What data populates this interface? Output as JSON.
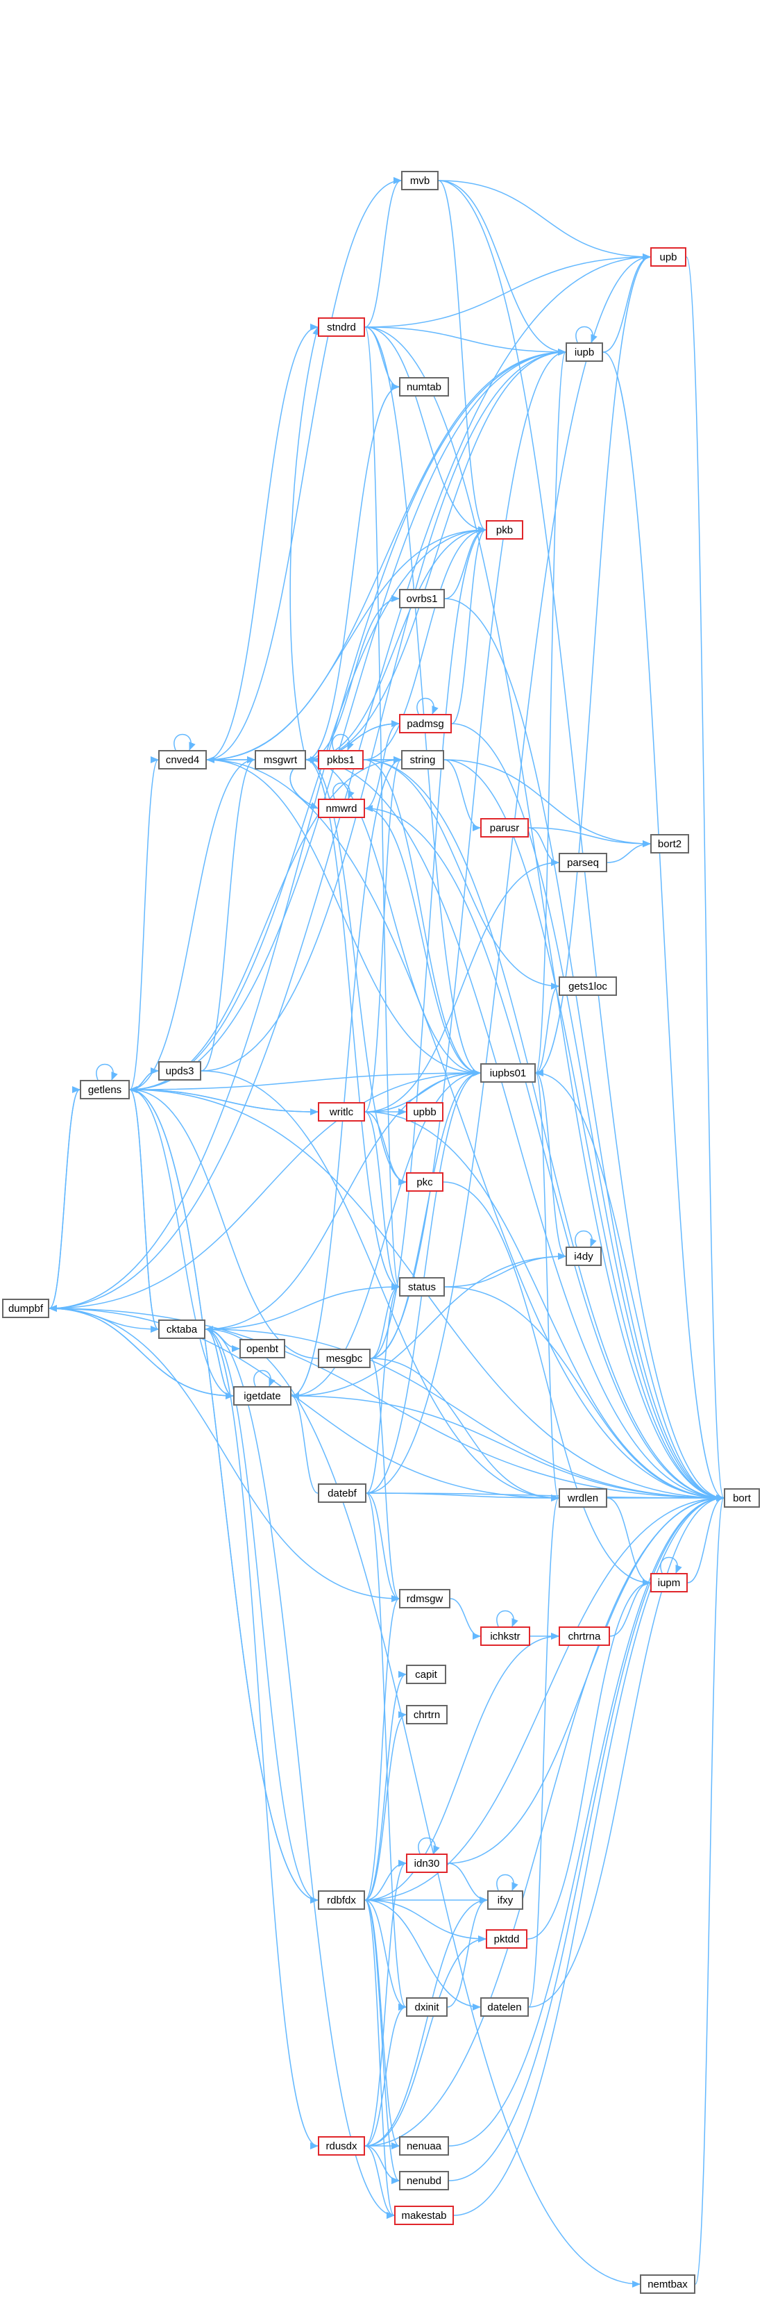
{
  "graph": {
    "root": "dumpbf",
    "colors": {
      "edge": "#63b8ff",
      "node_border": "#666666",
      "truncated_border": "#e0262b",
      "root_fill": "#9a9a9a"
    },
    "nodes": [
      {
        "id": "dumpbf",
        "label": "dumpbf",
        "style": "root"
      },
      {
        "id": "getlens",
        "label": "getlens",
        "style": "normal"
      },
      {
        "id": "cnved4",
        "label": "cnved4",
        "style": "normal"
      },
      {
        "id": "msgwrt",
        "label": "msgwrt",
        "style": "normal"
      },
      {
        "id": "upds3",
        "label": "upds3",
        "style": "normal"
      },
      {
        "id": "cktaba",
        "label": "cktaba",
        "style": "normal"
      },
      {
        "id": "openbt",
        "label": "openbt",
        "style": "normal"
      },
      {
        "id": "igetdate",
        "label": "igetdate",
        "style": "normal"
      },
      {
        "id": "mesgbc",
        "label": "mesgbc",
        "style": "normal"
      },
      {
        "id": "datebf",
        "label": "datebf",
        "style": "normal"
      },
      {
        "id": "rdbfdx",
        "label": "rdbfdx",
        "style": "normal"
      },
      {
        "id": "rdusdx",
        "label": "rdusdx",
        "style": "red"
      },
      {
        "id": "stndrd",
        "label": "stndrd",
        "style": "red"
      },
      {
        "id": "mvb",
        "label": "mvb",
        "style": "normal"
      },
      {
        "id": "numtab",
        "label": "numtab",
        "style": "normal"
      },
      {
        "id": "ovrbs1",
        "label": "ovrbs1",
        "style": "normal"
      },
      {
        "id": "padmsg",
        "label": "padmsg",
        "style": "red"
      },
      {
        "id": "pkbs1",
        "label": "pkbs1",
        "style": "red"
      },
      {
        "id": "nmwrd",
        "label": "nmwrd",
        "style": "red"
      },
      {
        "id": "string",
        "label": "string",
        "style": "normal"
      },
      {
        "id": "pkb",
        "label": "pkb",
        "style": "red"
      },
      {
        "id": "writlc",
        "label": "writlc",
        "style": "red"
      },
      {
        "id": "upbb",
        "label": "upbb",
        "style": "red"
      },
      {
        "id": "pkc",
        "label": "pkc",
        "style": "red"
      },
      {
        "id": "status",
        "label": "status",
        "style": "normal"
      },
      {
        "id": "rdmsgw",
        "label": "rdmsgw",
        "style": "normal"
      },
      {
        "id": "capit",
        "label": "capit",
        "style": "normal"
      },
      {
        "id": "chrtrn",
        "label": "chrtrn",
        "style": "normal"
      },
      {
        "id": "idn30",
        "label": "idn30",
        "style": "red"
      },
      {
        "id": "ifxy",
        "label": "ifxy",
        "style": "normal"
      },
      {
        "id": "pktdd",
        "label": "pktdd",
        "style": "red"
      },
      {
        "id": "dxinit",
        "label": "dxinit",
        "style": "normal"
      },
      {
        "id": "datelen",
        "label": "datelen",
        "style": "normal"
      },
      {
        "id": "nenuaa",
        "label": "nenuaa",
        "style": "normal"
      },
      {
        "id": "nenubd",
        "label": "nenubd",
        "style": "normal"
      },
      {
        "id": "makestab",
        "label": "makestab",
        "style": "red"
      },
      {
        "id": "nemtbax",
        "label": "nemtbax",
        "style": "normal"
      },
      {
        "id": "ichkstr",
        "label": "ichkstr",
        "style": "red"
      },
      {
        "id": "chrtrna",
        "label": "chrtrna",
        "style": "red"
      },
      {
        "id": "parusr",
        "label": "parusr",
        "style": "red"
      },
      {
        "id": "parseq",
        "label": "parseq",
        "style": "normal"
      },
      {
        "id": "gets1loc",
        "label": "gets1loc",
        "style": "normal"
      },
      {
        "id": "iupbs01",
        "label": "iupbs01",
        "style": "normal"
      },
      {
        "id": "i4dy",
        "label": "i4dy",
        "style": "normal"
      },
      {
        "id": "wrdlen",
        "label": "wrdlen",
        "style": "normal"
      },
      {
        "id": "upb",
        "label": "upb",
        "style": "red"
      },
      {
        "id": "iupb",
        "label": "iupb",
        "style": "normal"
      },
      {
        "id": "bort2",
        "label": "bort2",
        "style": "normal"
      },
      {
        "id": "iupm",
        "label": "iupm",
        "style": "red"
      },
      {
        "id": "bort",
        "label": "bort",
        "style": "normal"
      }
    ],
    "edges": [
      [
        "dumpbf",
        "getlens"
      ],
      [
        "dumpbf",
        "cktaba"
      ],
      [
        "dumpbf",
        "igetdate"
      ],
      [
        "dumpbf",
        "iupbs01"
      ],
      [
        "dumpbf",
        "rdmsgw"
      ],
      [
        "dumpbf",
        "wrdlen"
      ],
      [
        "dumpbf",
        "iupb"
      ],
      [
        "dumpbf",
        "bort"
      ],
      [
        "dumpbf",
        "upb"
      ],
      [
        "getlens",
        "getlens"
      ],
      [
        "getlens",
        "cnved4"
      ],
      [
        "getlens",
        "msgwrt"
      ],
      [
        "getlens",
        "upds3"
      ],
      [
        "getlens",
        "iupbs01"
      ],
      [
        "getlens",
        "writlc"
      ],
      [
        "getlens",
        "dumpbf"
      ],
      [
        "getlens",
        "cktaba"
      ],
      [
        "getlens",
        "pkb"
      ],
      [
        "getlens",
        "string"
      ],
      [
        "getlens",
        "iupb"
      ],
      [
        "getlens",
        "bort"
      ],
      [
        "getlens",
        "rdbfdx"
      ],
      [
        "cnved4",
        "cnved4"
      ],
      [
        "cnved4",
        "msgwrt"
      ],
      [
        "cnved4",
        "stndrd"
      ],
      [
        "cnved4",
        "mvb"
      ],
      [
        "cnved4",
        "iupb"
      ],
      [
        "cnved4",
        "bort"
      ],
      [
        "cnved4",
        "pkb"
      ],
      [
        "cnved4",
        "iupbs01"
      ],
      [
        "msgwrt",
        "cnved4"
      ],
      [
        "msgwrt",
        "padmsg"
      ],
      [
        "msgwrt",
        "pkbs1"
      ],
      [
        "msgwrt",
        "nmwrd"
      ],
      [
        "msgwrt",
        "string"
      ],
      [
        "msgwrt",
        "stndrd"
      ],
      [
        "msgwrt",
        "pkb"
      ],
      [
        "msgwrt",
        "status"
      ],
      [
        "msgwrt",
        "iupb"
      ],
      [
        "msgwrt",
        "iupbs01"
      ],
      [
        "msgwrt",
        "pkc"
      ],
      [
        "msgwrt",
        "bort"
      ],
      [
        "msgwrt",
        "numtab"
      ],
      [
        "msgwrt",
        "ovrbs1"
      ],
      [
        "upds3",
        "getlens"
      ],
      [
        "upds3",
        "msgwrt"
      ],
      [
        "upds3",
        "wrdlen"
      ],
      [
        "upds3",
        "iupb"
      ],
      [
        "cktaba",
        "openbt"
      ],
      [
        "cktaba",
        "igetdate"
      ],
      [
        "cktaba",
        "getlens"
      ],
      [
        "cktaba",
        "status"
      ],
      [
        "cktaba",
        "rdbfdx"
      ],
      [
        "cktaba",
        "rdusdx"
      ],
      [
        "cktaba",
        "iupbs01"
      ],
      [
        "cktaba",
        "nemtbax"
      ],
      [
        "cktaba",
        "makestab"
      ],
      [
        "cktaba",
        "bort"
      ],
      [
        "igetdate",
        "igetdate"
      ],
      [
        "igetdate",
        "cktaba"
      ],
      [
        "igetdate",
        "getlens"
      ],
      [
        "igetdate",
        "iupbs01"
      ],
      [
        "igetdate",
        "dumpbf"
      ],
      [
        "igetdate",
        "string"
      ],
      [
        "igetdate",
        "i4dy"
      ],
      [
        "igetdate",
        "bort"
      ],
      [
        "mesgbc",
        "getlens"
      ],
      [
        "mesgbc",
        "status"
      ],
      [
        "mesgbc",
        "rdmsgw"
      ],
      [
        "mesgbc",
        "iupbs01"
      ],
      [
        "mesgbc",
        "pkb"
      ],
      [
        "mesgbc",
        "wrdlen"
      ],
      [
        "mesgbc",
        "iupb"
      ],
      [
        "datebf",
        "igetdate"
      ],
      [
        "datebf",
        "status"
      ],
      [
        "datebf",
        "rdmsgw"
      ],
      [
        "datebf",
        "wrdlen"
      ],
      [
        "datebf",
        "iupbs01"
      ],
      [
        "datebf",
        "upb"
      ],
      [
        "datebf",
        "dxinit"
      ],
      [
        "datebf",
        "bort"
      ],
      [
        "rdbfdx",
        "rdmsgw"
      ],
      [
        "rdbfdx",
        "capit"
      ],
      [
        "rdbfdx",
        "chrtrn"
      ],
      [
        "rdbfdx",
        "idn30"
      ],
      [
        "rdbfdx",
        "ifxy"
      ],
      [
        "rdbfdx",
        "pktdd"
      ],
      [
        "rdbfdx",
        "dxinit"
      ],
      [
        "rdbfdx",
        "nenuaa"
      ],
      [
        "rdbfdx",
        "nenubd"
      ],
      [
        "rdbfdx",
        "makestab"
      ],
      [
        "rdbfdx",
        "chrtrna"
      ],
      [
        "rdbfdx",
        "bort"
      ],
      [
        "rdbfdx",
        "getlens"
      ],
      [
        "rdbfdx",
        "datelen"
      ],
      [
        "rdusdx",
        "idn30"
      ],
      [
        "rdusdx",
        "ifxy"
      ],
      [
        "rdusdx",
        "dxinit"
      ],
      [
        "rdusdx",
        "nenuaa"
      ],
      [
        "rdusdx",
        "nenubd"
      ],
      [
        "rdusdx",
        "makestab"
      ],
      [
        "rdusdx",
        "bort"
      ],
      [
        "rdusdx",
        "pktdd"
      ],
      [
        "stndrd",
        "mvb"
      ],
      [
        "stndrd",
        "iupb"
      ],
      [
        "stndrd",
        "upb"
      ],
      [
        "stndrd",
        "numtab"
      ],
      [
        "stndrd",
        "pkb"
      ],
      [
        "stndrd",
        "iupbs01"
      ],
      [
        "stndrd",
        "status"
      ],
      [
        "stndrd",
        "bort"
      ],
      [
        "mvb",
        "upb"
      ],
      [
        "mvb",
        "iupb"
      ],
      [
        "mvb",
        "pkb"
      ],
      [
        "mvb",
        "bort"
      ],
      [
        "ovrbs1",
        "pkb"
      ],
      [
        "ovrbs1",
        "bort"
      ],
      [
        "padmsg",
        "padmsg"
      ],
      [
        "padmsg",
        "msgwrt"
      ],
      [
        "padmsg",
        "pkb"
      ],
      [
        "padmsg",
        "nmwrd"
      ],
      [
        "padmsg",
        "bort"
      ],
      [
        "pkbs1",
        "pkbs1"
      ],
      [
        "pkbs1",
        "msgwrt"
      ],
      [
        "pkbs1",
        "pkb"
      ],
      [
        "pkbs1",
        "string"
      ],
      [
        "pkbs1",
        "gets1loc"
      ],
      [
        "pkbs1",
        "iupbs01"
      ],
      [
        "pkbs1",
        "bort"
      ],
      [
        "nmwrd",
        "nmwrd"
      ],
      [
        "nmwrd",
        "msgwrt"
      ],
      [
        "nmwrd",
        "iupbs01"
      ],
      [
        "nmwrd",
        "bort"
      ],
      [
        "string",
        "parusr"
      ],
      [
        "string",
        "bort2"
      ],
      [
        "string",
        "bort"
      ],
      [
        "writlc",
        "getlens"
      ],
      [
        "writlc",
        "upbb"
      ],
      [
        "writlc",
        "pkc"
      ],
      [
        "writlc",
        "status"
      ],
      [
        "writlc",
        "iupbs01"
      ],
      [
        "writlc",
        "string"
      ],
      [
        "writlc",
        "parseq"
      ],
      [
        "writlc",
        "bort"
      ],
      [
        "pkc",
        "iupm"
      ],
      [
        "status",
        "i4dy"
      ],
      [
        "status",
        "bort"
      ],
      [
        "rdmsgw",
        "ichkstr"
      ],
      [
        "ichkstr",
        "ichkstr"
      ],
      [
        "ichkstr",
        "chrtrna"
      ],
      [
        "chrtrna",
        "iupm"
      ],
      [
        "idn30",
        "idn30"
      ],
      [
        "idn30",
        "ifxy"
      ],
      [
        "idn30",
        "bort"
      ],
      [
        "ifxy",
        "ifxy"
      ],
      [
        "pktdd",
        "iupm"
      ],
      [
        "dxinit",
        "ifxy"
      ],
      [
        "datelen",
        "wrdlen"
      ],
      [
        "datelen",
        "bort"
      ],
      [
        "nenuaa",
        "bort"
      ],
      [
        "nenubd",
        "bort"
      ],
      [
        "makestab",
        "bort"
      ],
      [
        "nemtbax",
        "bort"
      ],
      [
        "parusr",
        "parseq"
      ],
      [
        "parusr",
        "bort2"
      ],
      [
        "parseq",
        "bort2"
      ],
      [
        "gets1loc",
        "iupbs01"
      ],
      [
        "iupbs01",
        "i4dy"
      ],
      [
        "iupbs01",
        "wrdlen"
      ],
      [
        "iupbs01",
        "iupb"
      ],
      [
        "iupbs01",
        "upb"
      ],
      [
        "iupbs01",
        "bort"
      ],
      [
        "i4dy",
        "i4dy"
      ],
      [
        "wrdlen",
        "iupm"
      ],
      [
        "wrdlen",
        "bort"
      ],
      [
        "upb",
        "bort"
      ],
      [
        "iupb",
        "iupb"
      ],
      [
        "iupb",
        "upb"
      ],
      [
        "iupb",
        "bort"
      ],
      [
        "iupm",
        "iupm"
      ],
      [
        "iupm",
        "bort"
      ]
    ]
  }
}
